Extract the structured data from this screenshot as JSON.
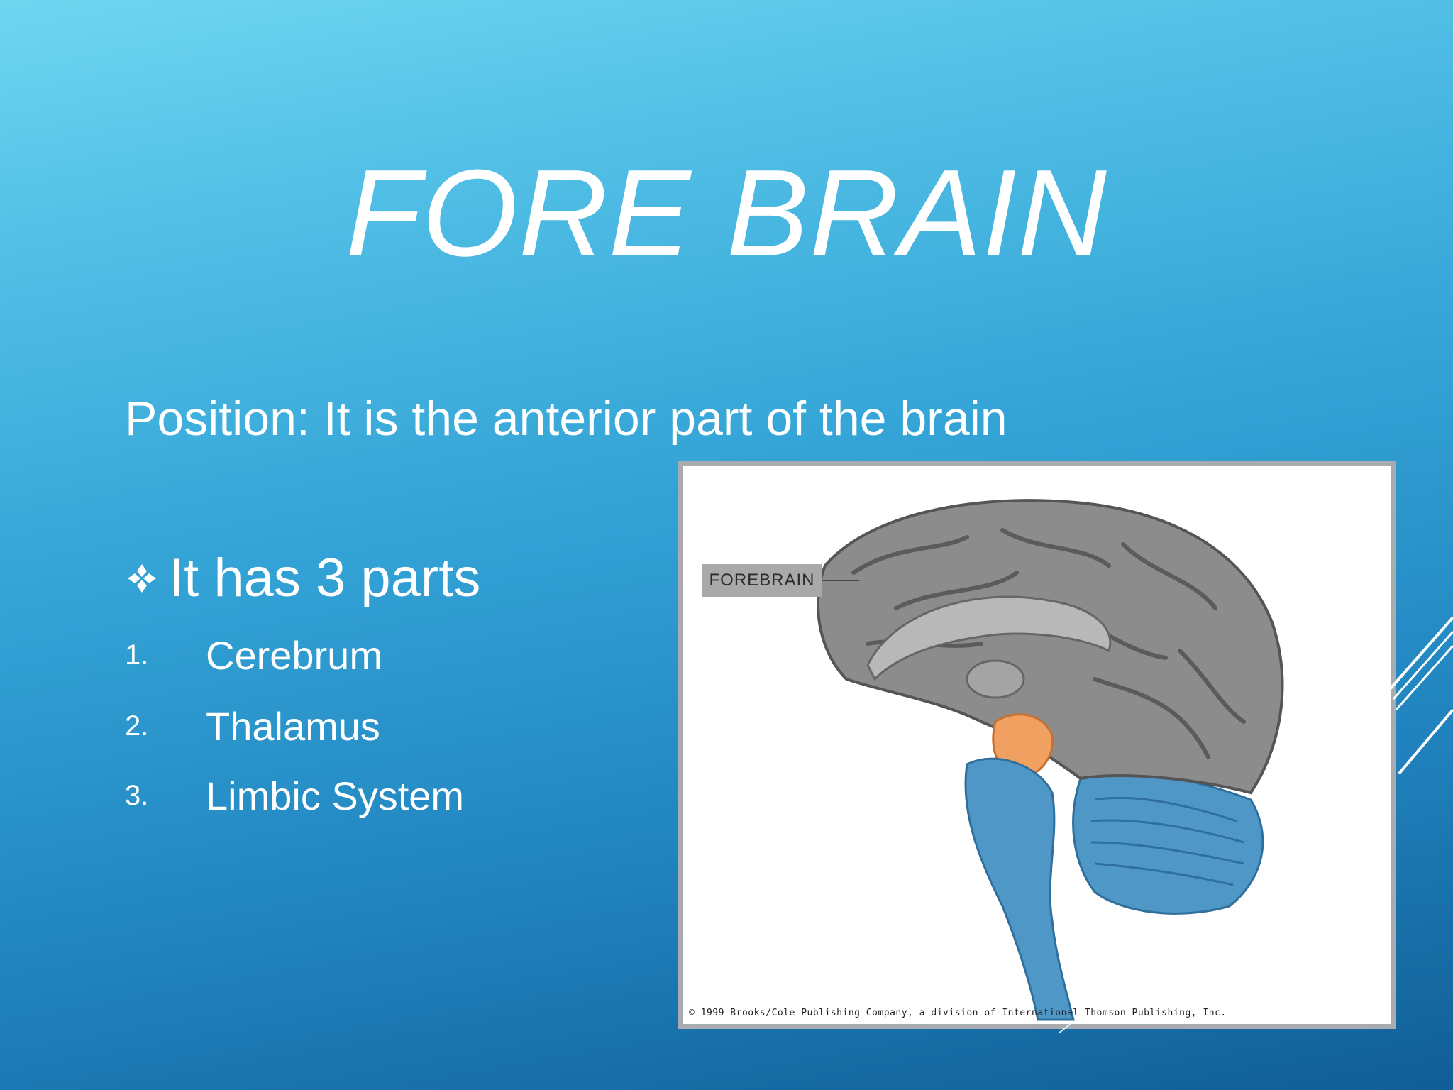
{
  "slide": {
    "title": "FORE BRAIN",
    "position_text": "Position: It is the anterior part of the brain",
    "bullet_text": "It has 3 parts",
    "parts": [
      {
        "number": "1.",
        "label": "Cerebrum"
      },
      {
        "number": "2.",
        "label": "Thalamus"
      },
      {
        "number": "3.",
        "label": "Limbic System"
      }
    ]
  },
  "figure": {
    "label": "FOREBRAIN",
    "copyright": "© 1999 Brooks/Cole Publishing Company, a division of International Thomson Publishing, Inc."
  },
  "colors": {
    "background_top": "#6fd6f0",
    "background_bottom": "#115e96",
    "text": "#ffffff",
    "brain_gray": "#8c8c8c",
    "brainstem_blue": "#4e97c6",
    "thalamus_orange": "#f0a060"
  },
  "icons": {
    "bullet": "diamond-bullet-icon"
  }
}
